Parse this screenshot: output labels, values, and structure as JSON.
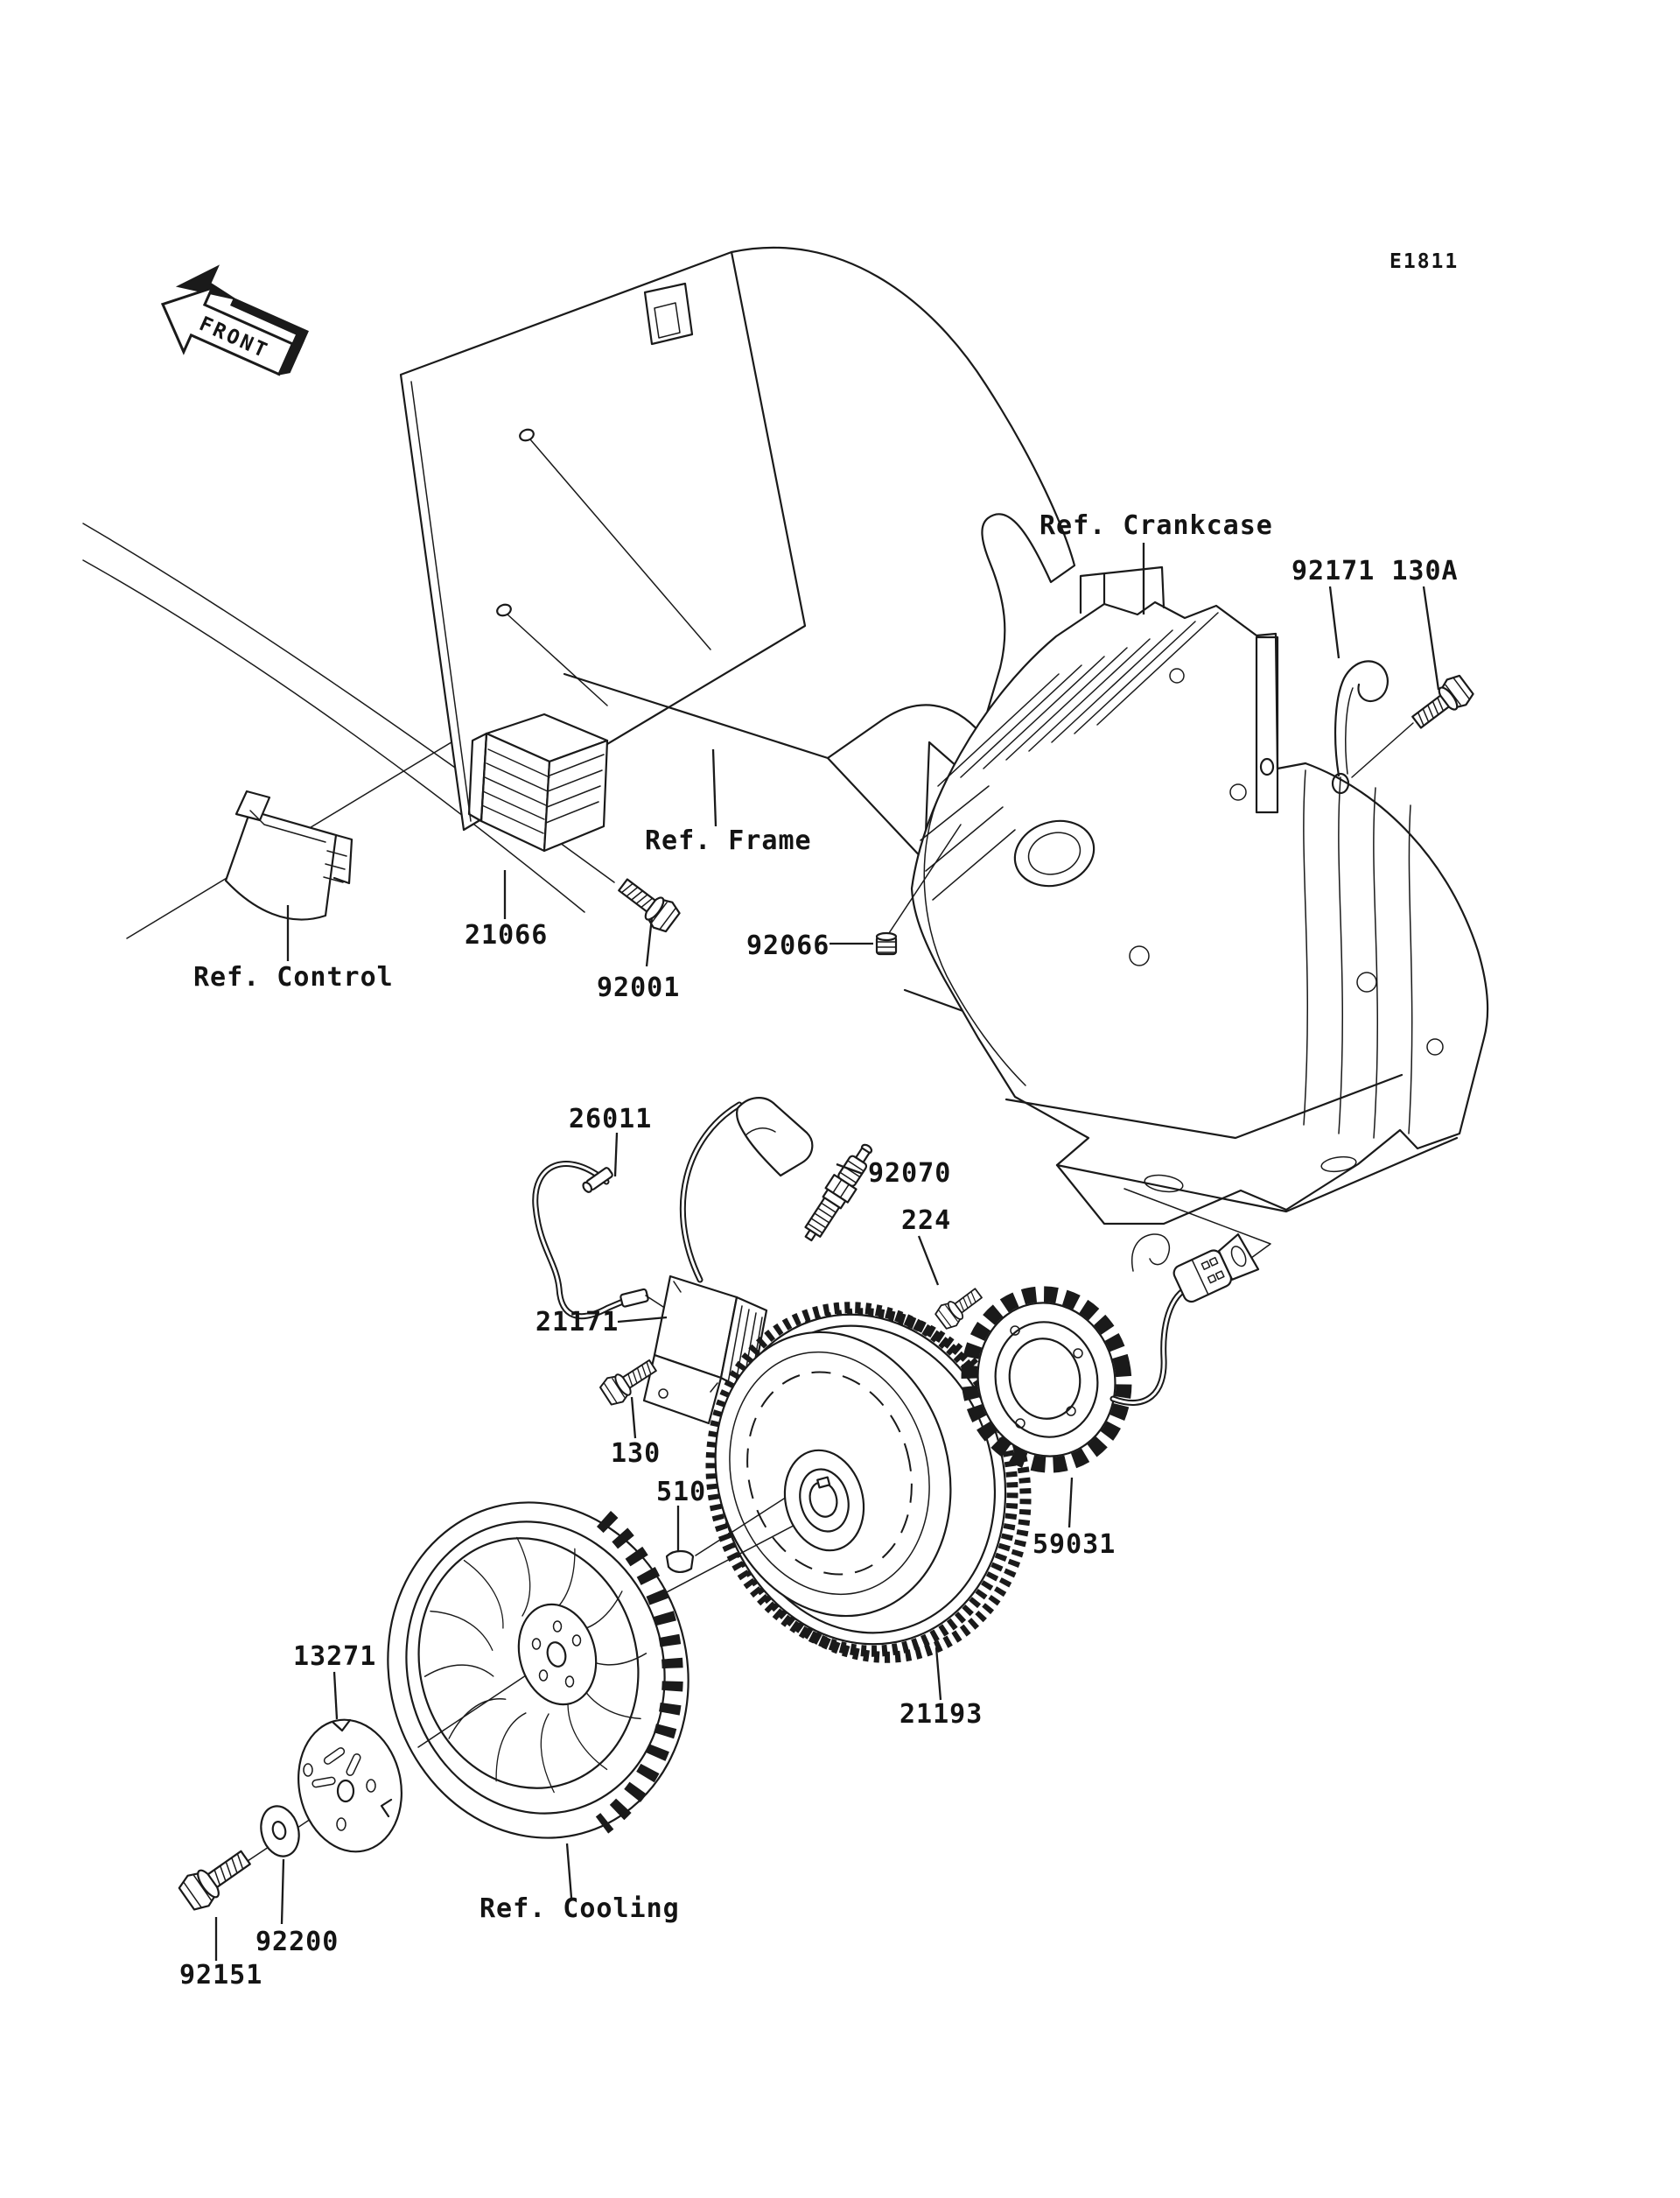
{
  "diagram": {
    "code": "E1811",
    "front_marker": "FRONT",
    "colors": {
      "background": "#ffffff",
      "line": "#1a1a1a",
      "text": "#141414"
    },
    "labels": {
      "ref_crankcase": "Ref. Crankcase",
      "clip_and_bolt": "92171 130A",
      "ref_frame": "Ref. Frame",
      "regulator": "21066",
      "regulator_bolt": "92001",
      "ref_control": "Ref. Control",
      "damper": "92066",
      "lead_wire": "26011",
      "spark_plug": "92070",
      "pan_screw": "224",
      "ignition_coil": "21171",
      "coil_bolt": "130",
      "key": "510",
      "stator": "59031",
      "flywheel": "21193",
      "plate": "13271",
      "washer": "92200",
      "flange_bolt": "92151",
      "ref_cooling": "Ref. Cooling"
    }
  }
}
